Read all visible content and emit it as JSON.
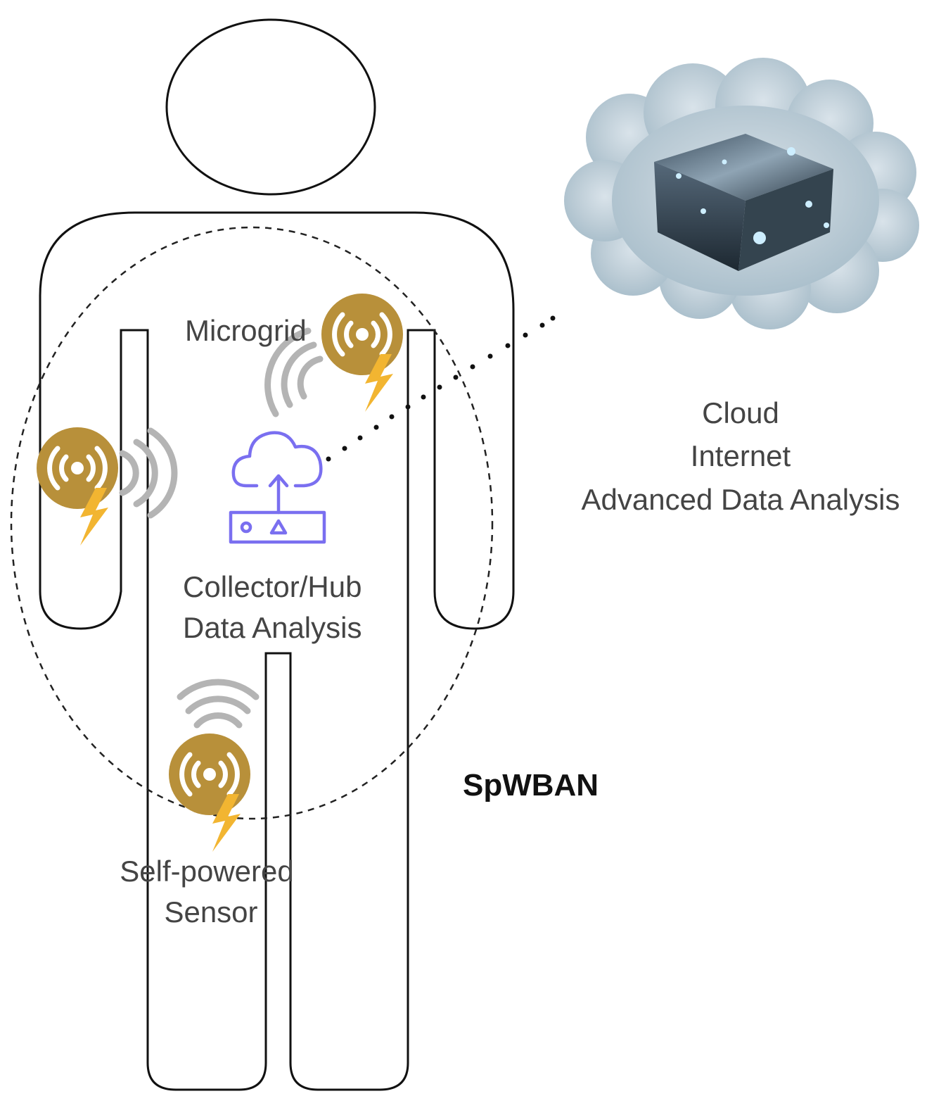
{
  "labels": {
    "microgrid": "Microgrid",
    "collector_line1": "Collector/Hub",
    "collector_line2": "Data Analysis",
    "cloud_line1": "Cloud",
    "cloud_line2": "Internet",
    "cloud_line3": "Advanced Data Analysis",
    "network_name": "SpWBAN",
    "sensor_line1": "Self-powered",
    "sensor_line2": "Sensor"
  },
  "colors": {
    "outline": "#111111",
    "sensor_gold": "#b8903a",
    "bolt": "#f2b531",
    "wave_gray": "#b4b4b4",
    "hub_purple": "#7a6ff0"
  },
  "icons": {
    "sensor": "self-powered-sensor-icon",
    "hub": "cloud-upload-router-icon",
    "cloud": "cloud-server-image"
  }
}
